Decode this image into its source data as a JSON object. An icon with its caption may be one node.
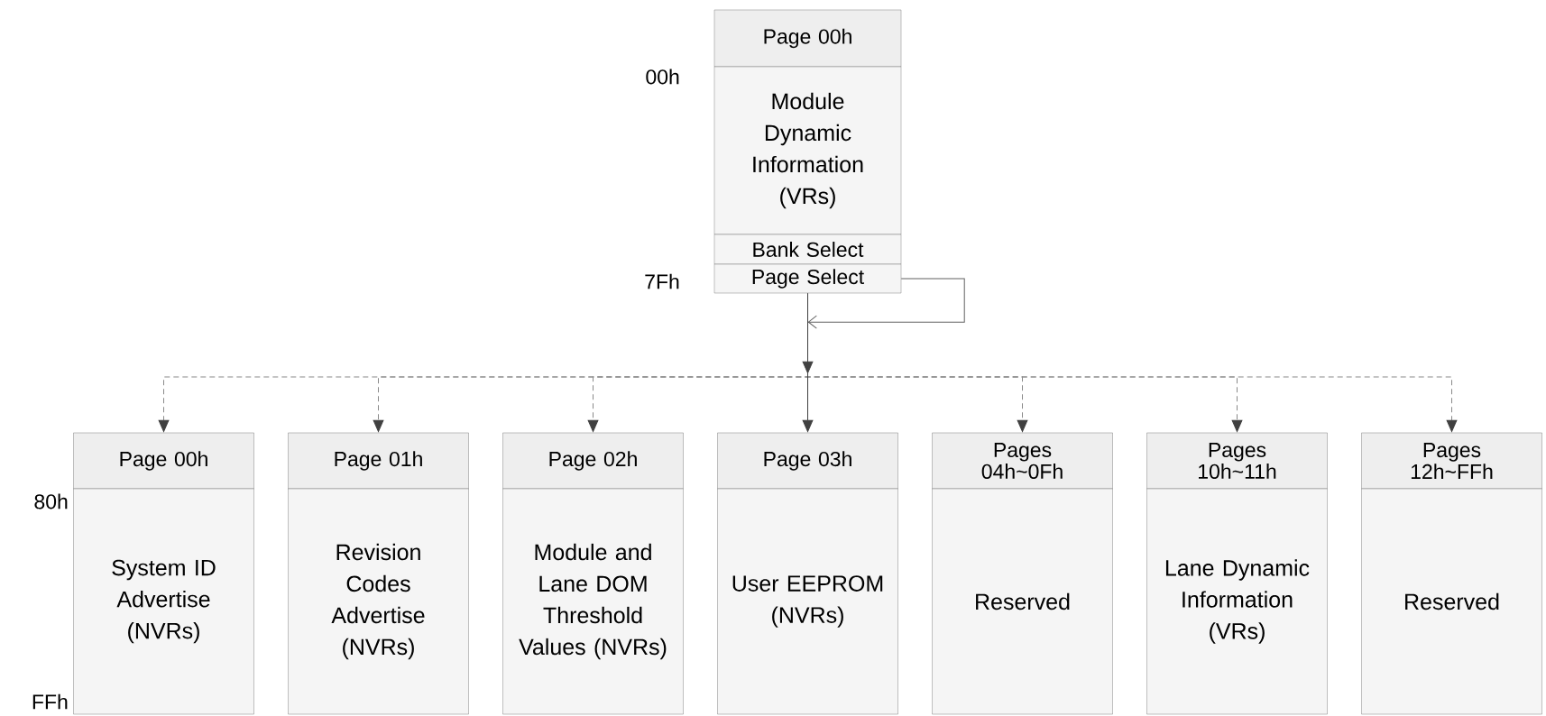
{
  "diagram": {
    "nodes": [
      {
        "text": [
          "Page 00h"
        ]
      },
      {
        "text": [
          "Module Dynamic Information (VRs)"
        ]
      },
      {
        "text": [
          "Bank Select"
        ]
      },
      {
        "text": [
          "Page Select"
        ]
      },
      {
        "text": [
          "Page 00h"
        ]
      },
      {
        "text": [
          "System ID Advertise (NVRs)"
        ]
      },
      {
        "text": [
          "Page 01h"
        ]
      },
      {
        "text": [
          "Revision Codes Advertise (NVRs)"
        ]
      },
      {
        "text": [
          "Page 02h"
        ]
      },
      {
        "text": [
          "Module and Lane DOM Threshold Values (NVRs)"
        ]
      },
      {
        "text": [
          "Page 03h"
        ]
      },
      {
        "text": [
          "User EEPROM (NVRs)"
        ]
      },
      {
        "text": [
          "Pages 04h~0Fh"
        ]
      },
      {
        "text": [
          "Reserved"
        ]
      },
      {
        "text": [
          "Pages 10h~11h"
        ]
      },
      {
        "text": [
          "Lane Dynamic Information (VRs)"
        ]
      },
      {
        "text": [
          "Pages 12h~FFh"
        ]
      },
      {
        "text": [
          "Reserved"
        ]
      }
    ],
    "edges": [
      {
        "from": 3,
        "to": null,
        "arrow": "to"
      },
      {
        "from": 3,
        "to": 4,
        "arrow": "to",
        "style": "dashed"
      },
      {
        "from": 3,
        "to": 6,
        "arrow": "to",
        "style": "dashed"
      },
      {
        "from": 3,
        "to": 8,
        "arrow": "to",
        "style": "dashed"
      },
      {
        "from": 3,
        "to": 12,
        "arrow": "to",
        "style": "dashed"
      },
      {
        "from": 3,
        "to": 14,
        "arrow": "to",
        "style": "dashed"
      },
      {
        "from": 3,
        "to": 16,
        "arrow": "to",
        "style": "dashed"
      },
      {
        "from": 3,
        "to": 10,
        "arrow": "to"
      }
    ],
    "labels": [
      "00h",
      "7Fh",
      "80h",
      "FFh"
    ]
  }
}
